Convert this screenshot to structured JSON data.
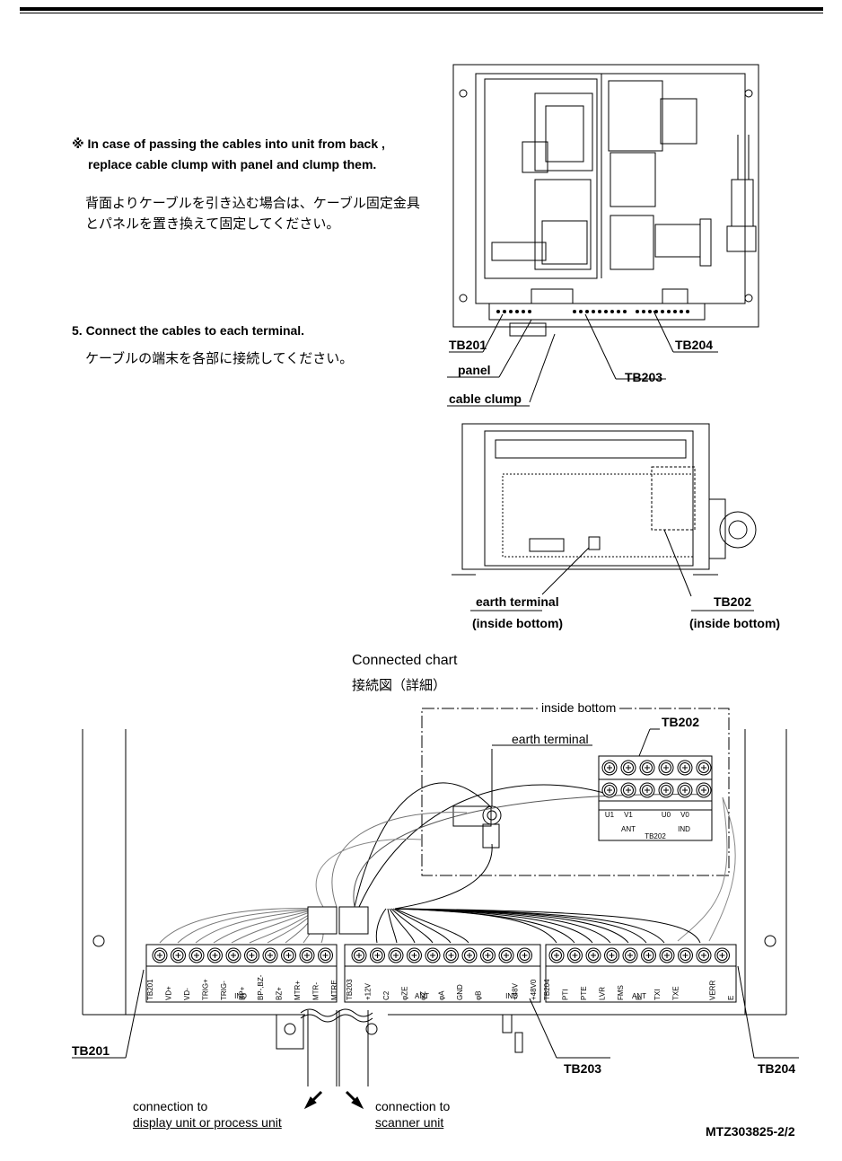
{
  "notes": {
    "note1_en_line1": "※ In case of passing the cables into unit from back ,",
    "note1_en_line2": "replace cable clump with panel and clump them.",
    "note1_jp_line1": "背面よりケーブルを引き込む場合は、ケーブル固定金具",
    "note1_jp_line2": "とパネルを置き換えて固定してください。",
    "step5_en": "5. Connect  the cables to each terminal.",
    "step5_jp": "ケーブルの端末を各部に接続してください。"
  },
  "top_view_labels": {
    "tb201": "TB201",
    "tb203": "TB203",
    "tb204": "TB204",
    "panel": "panel",
    "cable_clump": "cable clump"
  },
  "bottom_view_labels": {
    "earth_terminal": "earth terminal",
    "earth_inside": "(inside bottom)",
    "tb202": "TB202",
    "tb202_inside": "(inside bottom)"
  },
  "chart": {
    "title_en": "Connected chart",
    "title_jp": "接続図（詳細）",
    "inside_bottom": "inside bottom",
    "tb202": "TB202",
    "earth_terminal": "earth terminal",
    "tb201": "TB201",
    "tb203": "TB203",
    "tb204": "TB204",
    "conn_display": "connection to",
    "conn_display2": "display unit or process unit",
    "conn_scanner": "connection to",
    "conn_scanner2": "scanner unit",
    "doc_number": "MTZ303825-2/2"
  },
  "tb202_terms": [
    "U1",
    "V1",
    "",
    "U0",
    "V0",
    ""
  ],
  "tb202_groups": [
    "ANT",
    "IND",
    "TB202"
  ],
  "tb201_terms": [
    "TB201",
    "VD+",
    "VD-",
    "TRIG+",
    "TRIG-",
    "BP+",
    "BP-,BZ-",
    "BZ+",
    "MTR+",
    "MTR-",
    "MTRE"
  ],
  "tb201_group": "IND",
  "tb203_terms": [
    "TB203",
    "+12V",
    "C2",
    "φZE",
    "φZ",
    "φA",
    "GND",
    "φB",
    "",
    "+48V",
    "+48V0"
  ],
  "tb203_groups": [
    "ANT",
    "IND"
  ],
  "tb204_terms": [
    "TB204",
    "PTI",
    "PTE",
    "LVR",
    "FMS",
    "E",
    "TXI",
    "TXE",
    "",
    "VERR",
    "E"
  ],
  "tb204_group": "ANT"
}
